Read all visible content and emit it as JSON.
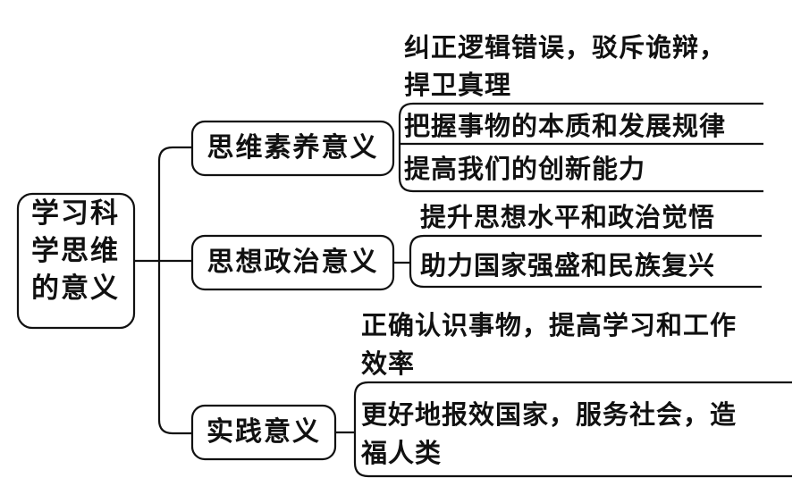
{
  "root": {
    "label": "学习科学思维的意义"
  },
  "branches": [
    {
      "label": "思维素养意义",
      "leaves": [
        "纠正逻辑错误，驳斥诡辩，",
        "捍卫真理",
        "把握事物的本质和发展规律",
        "提高我们的创新能力"
      ]
    },
    {
      "label": "思想政治意义",
      "leaves": [
        "提升思想水平和政治觉悟",
        "助力国家强盛和民族复兴"
      ]
    },
    {
      "label": "实践意义",
      "leaves": [
        "正确认识事物，提高学习和工作",
        "效率",
        "更好地报效国家，服务社会，造",
        "福人类"
      ]
    }
  ]
}
